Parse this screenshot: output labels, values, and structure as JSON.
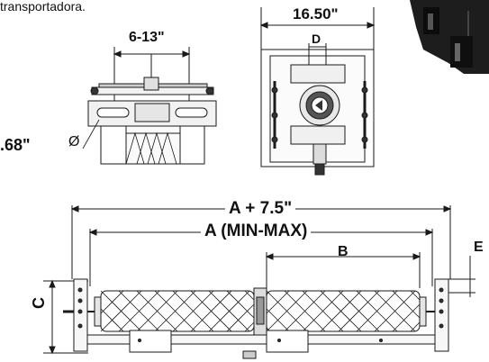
{
  "header": {
    "caption_text": "transportadora."
  },
  "dimensions": {
    "slot_range": "6-13\"",
    "diameter_value": ".68\"",
    "diameter_symbol": "Ø",
    "frame_width": "16.50\"",
    "shaft_dia": "D",
    "overall_length": "A + 7.5\"",
    "roller_length": "A (MIN-MAX)",
    "half_length": "B",
    "offset": "E",
    "height": "C"
  },
  "colors": {
    "line": "#1a1a1a",
    "fill_light": "#f2f2f2",
    "fill_dark": "#2a2a2a"
  }
}
